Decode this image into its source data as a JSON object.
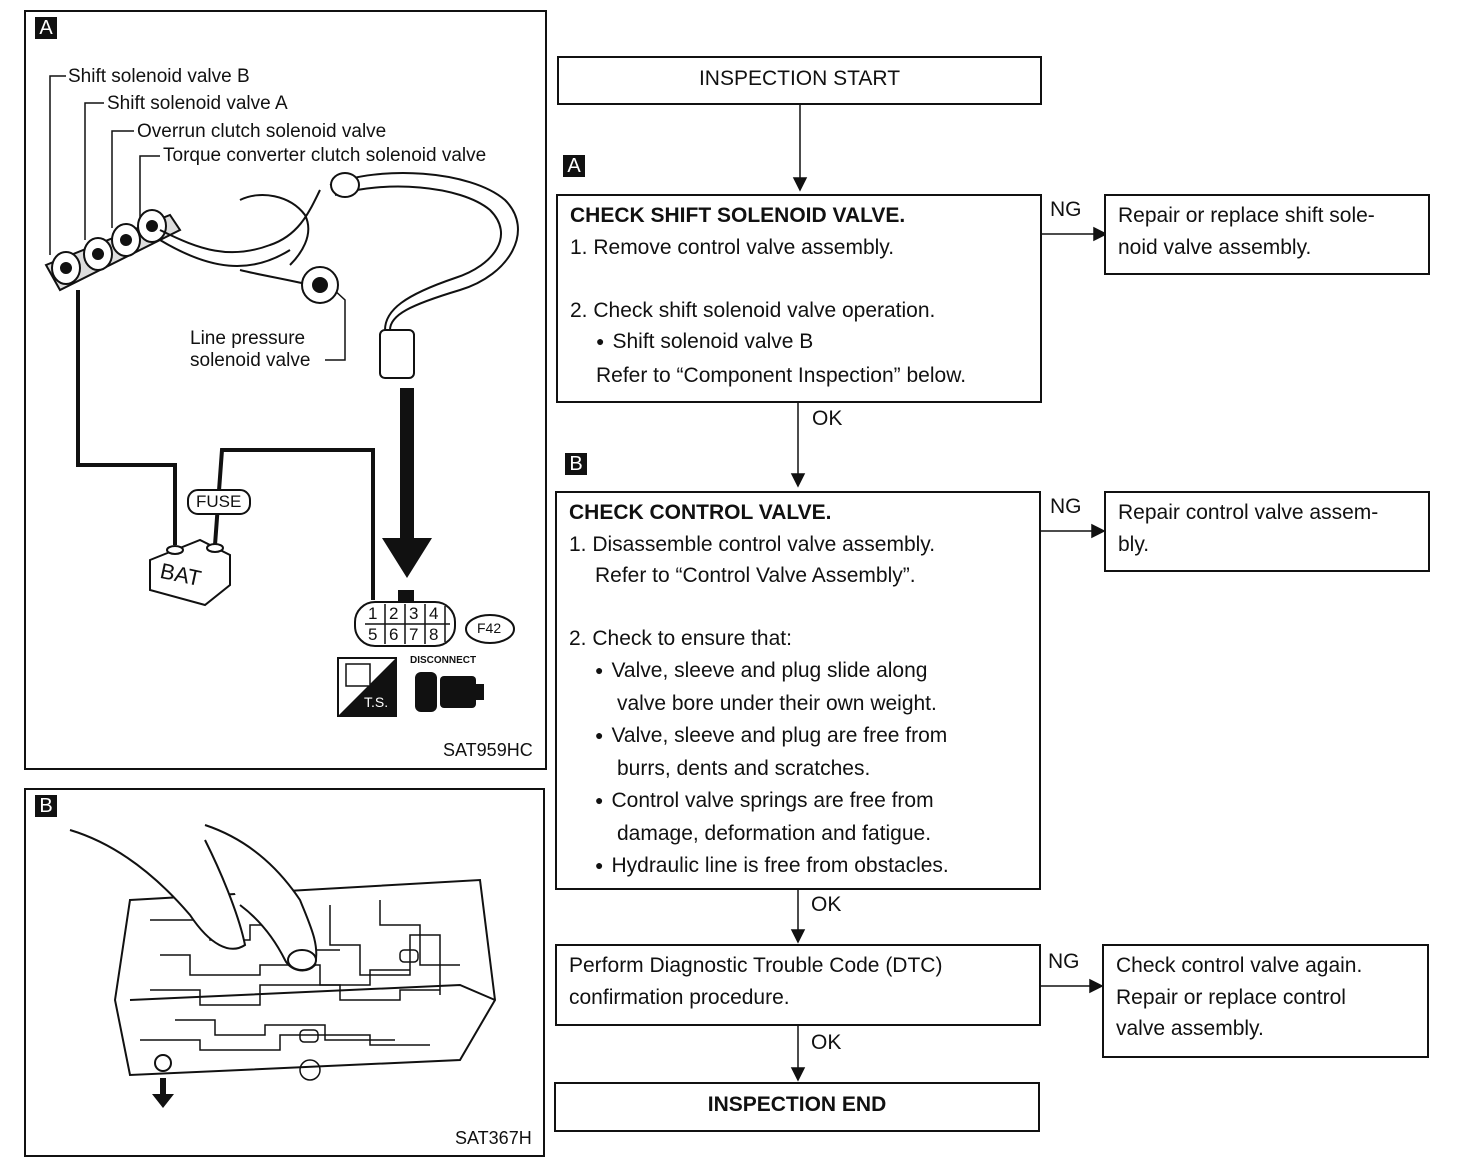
{
  "panel_a": {
    "tag": "A",
    "labels": {
      "shift_b": "Shift solenoid valve B",
      "shift_a": "Shift solenoid valve A",
      "overrun": "Overrun clutch solenoid valve",
      "torque": "Torque converter clutch solenoid valve",
      "line_pressure_1": "Line pressure",
      "line_pressure_2": "solenoid valve",
      "fuse": "FUSE",
      "bat": "BAT",
      "connector_top": [
        "1",
        "2",
        "3",
        "4"
      ],
      "connector_bottom": [
        "5",
        "6",
        "7",
        "8"
      ],
      "connector_id": "F42",
      "ts": "T.S.",
      "disconnect": "DISCONNECT",
      "code": "SAT959HC"
    }
  },
  "panel_b": {
    "tag": "B",
    "code": "SAT367H"
  },
  "flow": {
    "start": "INSPECTION START",
    "tag_a": "A",
    "tag_b": "B",
    "step1": {
      "title": "CHECK SHIFT SOLENOID VALVE.",
      "line1": "1. Remove control valve assembly.",
      "line2": "2. Check shift solenoid valve operation.",
      "line3": "Shift solenoid valve B",
      "line4": "Refer to “Component Inspection” below."
    },
    "step1_ng": "NG",
    "step1_ng_action": [
      "Repair or replace shift sole-",
      "noid valve assembly."
    ],
    "ok1": "OK",
    "step2": {
      "title": "CHECK CONTROL VALVE.",
      "line1": "1. Disassemble control valve assembly.",
      "line2": "Refer to “Control Valve Assembly”.",
      "line3": "2. Check to ensure that:",
      "bullets": [
        [
          "Valve, sleeve and plug slide along",
          "valve bore under their own weight."
        ],
        [
          "Valve, sleeve and plug are free from",
          "burrs, dents and scratches."
        ],
        [
          "Control valve springs are free from",
          "damage, deformation and fatigue."
        ],
        [
          "Hydraulic line is free from obstacles."
        ]
      ]
    },
    "step2_ng": "NG",
    "step2_ng_action": [
      "Repair control valve assem-",
      "bly."
    ],
    "ok2": "OK",
    "step3": [
      "Perform Diagnostic Trouble Code (DTC)",
      "confirmation procedure."
    ],
    "step3_ng": "NG",
    "step3_ng_action": [
      "Check control valve again.",
      "Repair or replace control",
      "valve assembly."
    ],
    "ok3": "OK",
    "end": "INSPECTION END"
  }
}
